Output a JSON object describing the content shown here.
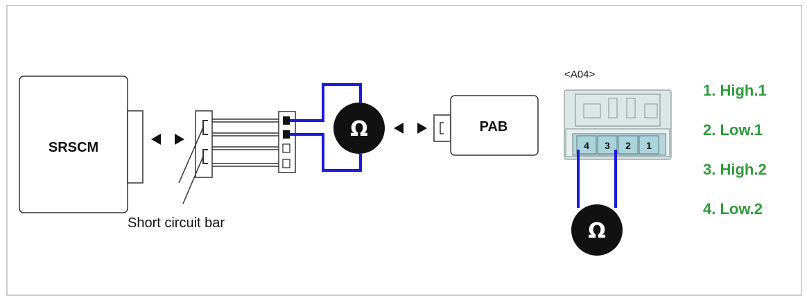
{
  "modules": {
    "srscm": "SRSCM",
    "pab": "PAB"
  },
  "connector": {
    "id": "<A04>",
    "pins": [
      "4",
      "3",
      "2",
      "1"
    ]
  },
  "annotations": {
    "short_bar": "Short circuit bar"
  },
  "meters": {
    "symbol": "Ω"
  },
  "legend": [
    "1. High.1",
    "2. Low.1",
    "3. High.2",
    "4. Low.2"
  ],
  "colors": {
    "wire_probe": "#1a1adc",
    "legend_text": "#2e9b3a",
    "connector_fill": "#cfe0e0",
    "pin_fill": "#a9d3dd"
  }
}
